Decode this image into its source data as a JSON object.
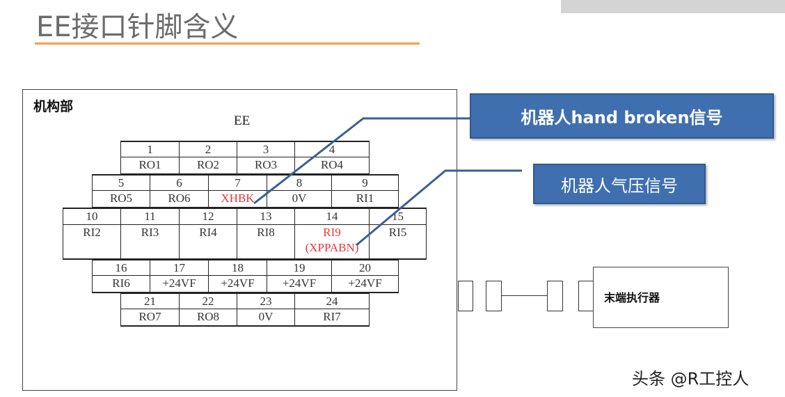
{
  "header": {
    "title": "EE接口针脚含义"
  },
  "panel": {
    "label": "机构部",
    "connector_name": "EE"
  },
  "pins": [
    {
      "num": "1",
      "signal": "RO1"
    },
    {
      "num": "2",
      "signal": "RO2"
    },
    {
      "num": "3",
      "signal": "RO3"
    },
    {
      "num": "4",
      "signal": "RO4"
    },
    {
      "num": "5",
      "signal": "RO5"
    },
    {
      "num": "6",
      "signal": "RO6"
    },
    {
      "num": "7",
      "signal": "XHBK",
      "highlight": true
    },
    {
      "num": "8",
      "signal": "0V"
    },
    {
      "num": "9",
      "signal": "RI1"
    },
    {
      "num": "10",
      "signal": "RI2"
    },
    {
      "num": "11",
      "signal": "RI3"
    },
    {
      "num": "12",
      "signal": "RI4"
    },
    {
      "num": "13",
      "signal": "RI8"
    },
    {
      "num": "14",
      "signal": "RI9",
      "sub": "(XPPABN)",
      "highlight": true
    },
    {
      "num": "15",
      "signal": "RI5"
    },
    {
      "num": "16",
      "signal": "RI6"
    },
    {
      "num": "17",
      "signal": "+24VF"
    },
    {
      "num": "18",
      "signal": "+24VF"
    },
    {
      "num": "19",
      "signal": "+24VF"
    },
    {
      "num": "20",
      "signal": "+24VF"
    },
    {
      "num": "21",
      "signal": "RO7"
    },
    {
      "num": "22",
      "signal": "RO8"
    },
    {
      "num": "23",
      "signal": "0V"
    },
    {
      "num": "24",
      "signal": "RI7"
    }
  ],
  "callouts": {
    "hand_broken": "机器人hand broken信号",
    "air_pressure": "机器人气压信号"
  },
  "actuator": {
    "label": "末端执行器"
  },
  "watermark": "头条 @R工控人",
  "colors": {
    "accent_orange": "#f0a050",
    "callout_blue": "#3f6fae",
    "highlight_red": "#e53a3a"
  }
}
